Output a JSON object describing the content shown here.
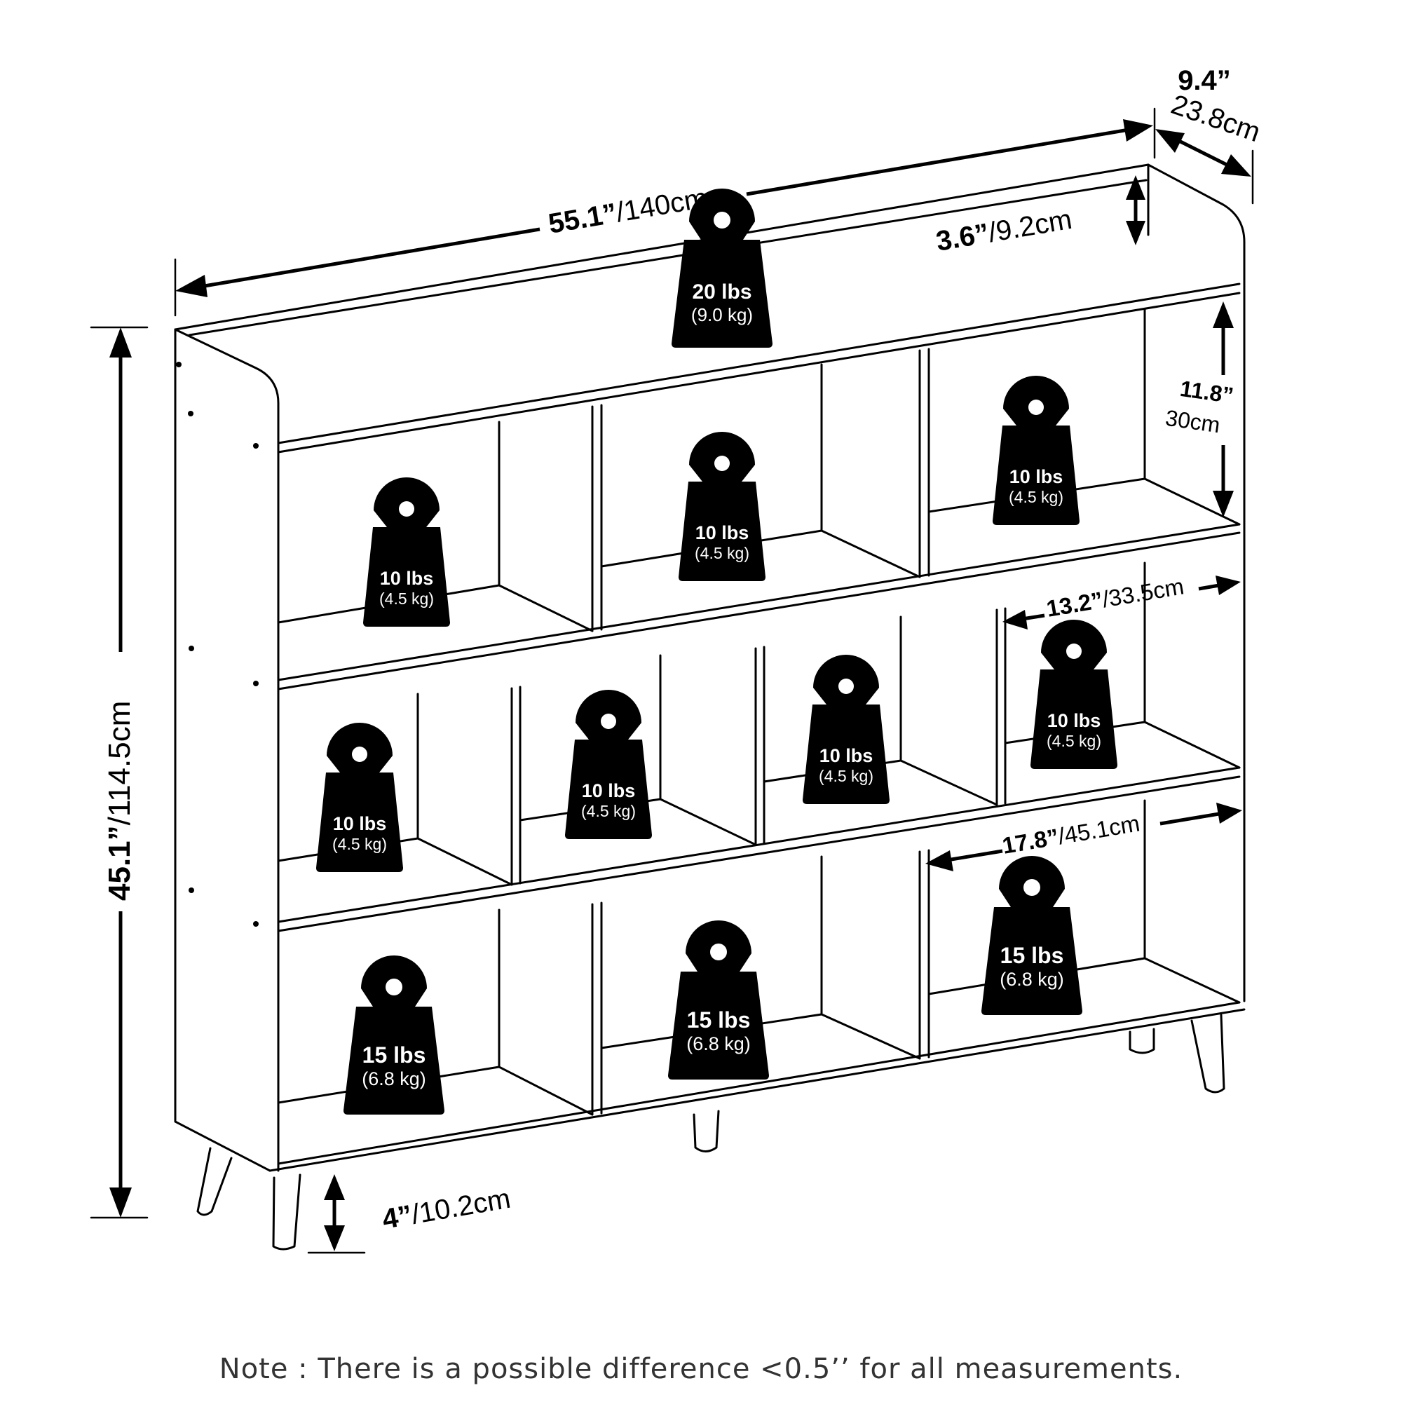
{
  "dimensions": {
    "width": {
      "in": "55.1”",
      "cm": "/140cm"
    },
    "depth": {
      "in": "9.4”",
      "cm": "23.8cm"
    },
    "top_rail": {
      "in": "3.6”",
      "cm": "/9.2cm"
    },
    "height": {
      "in": "45.1”",
      "cm": "/114.5cm"
    },
    "cube_height": {
      "in": "11.8”",
      "cm": "30cm"
    },
    "small_cube_width": {
      "in": "13.2”",
      "cm": "/33.5cm"
    },
    "large_cube_width": {
      "in": "17.8”",
      "cm": "/45.1cm"
    },
    "leg_height": {
      "in": "4”",
      "cm": "/10.2cm"
    }
  },
  "weights": {
    "top": {
      "lbs": "20 lbs",
      "kg": "(9.0 kg)"
    },
    "row1_left": {
      "lbs": "10 lbs",
      "kg": "(4.5 kg)"
    },
    "row1_mid": {
      "lbs": "10 lbs",
      "kg": "(4.5 kg)"
    },
    "row1_right": {
      "lbs": "10 lbs",
      "kg": "(4.5 kg)"
    },
    "row2_a": {
      "lbs": "10 lbs",
      "kg": "(4.5 kg)"
    },
    "row2_b": {
      "lbs": "10 lbs",
      "kg": "(4.5 kg)"
    },
    "row2_c": {
      "lbs": "10 lbs",
      "kg": "(4.5 kg)"
    },
    "row2_d": {
      "lbs": "10 lbs",
      "kg": "(4.5 kg)"
    },
    "row3_left": {
      "lbs": "15 lbs",
      "kg": "(6.8 kg)"
    },
    "row3_mid": {
      "lbs": "15 lbs",
      "kg": "(6.8 kg)"
    },
    "row3_right": {
      "lbs": "15 lbs",
      "kg": "(6.8 kg)"
    }
  },
  "note": "Note : There is a possible difference <0.5’’ for all measurements."
}
